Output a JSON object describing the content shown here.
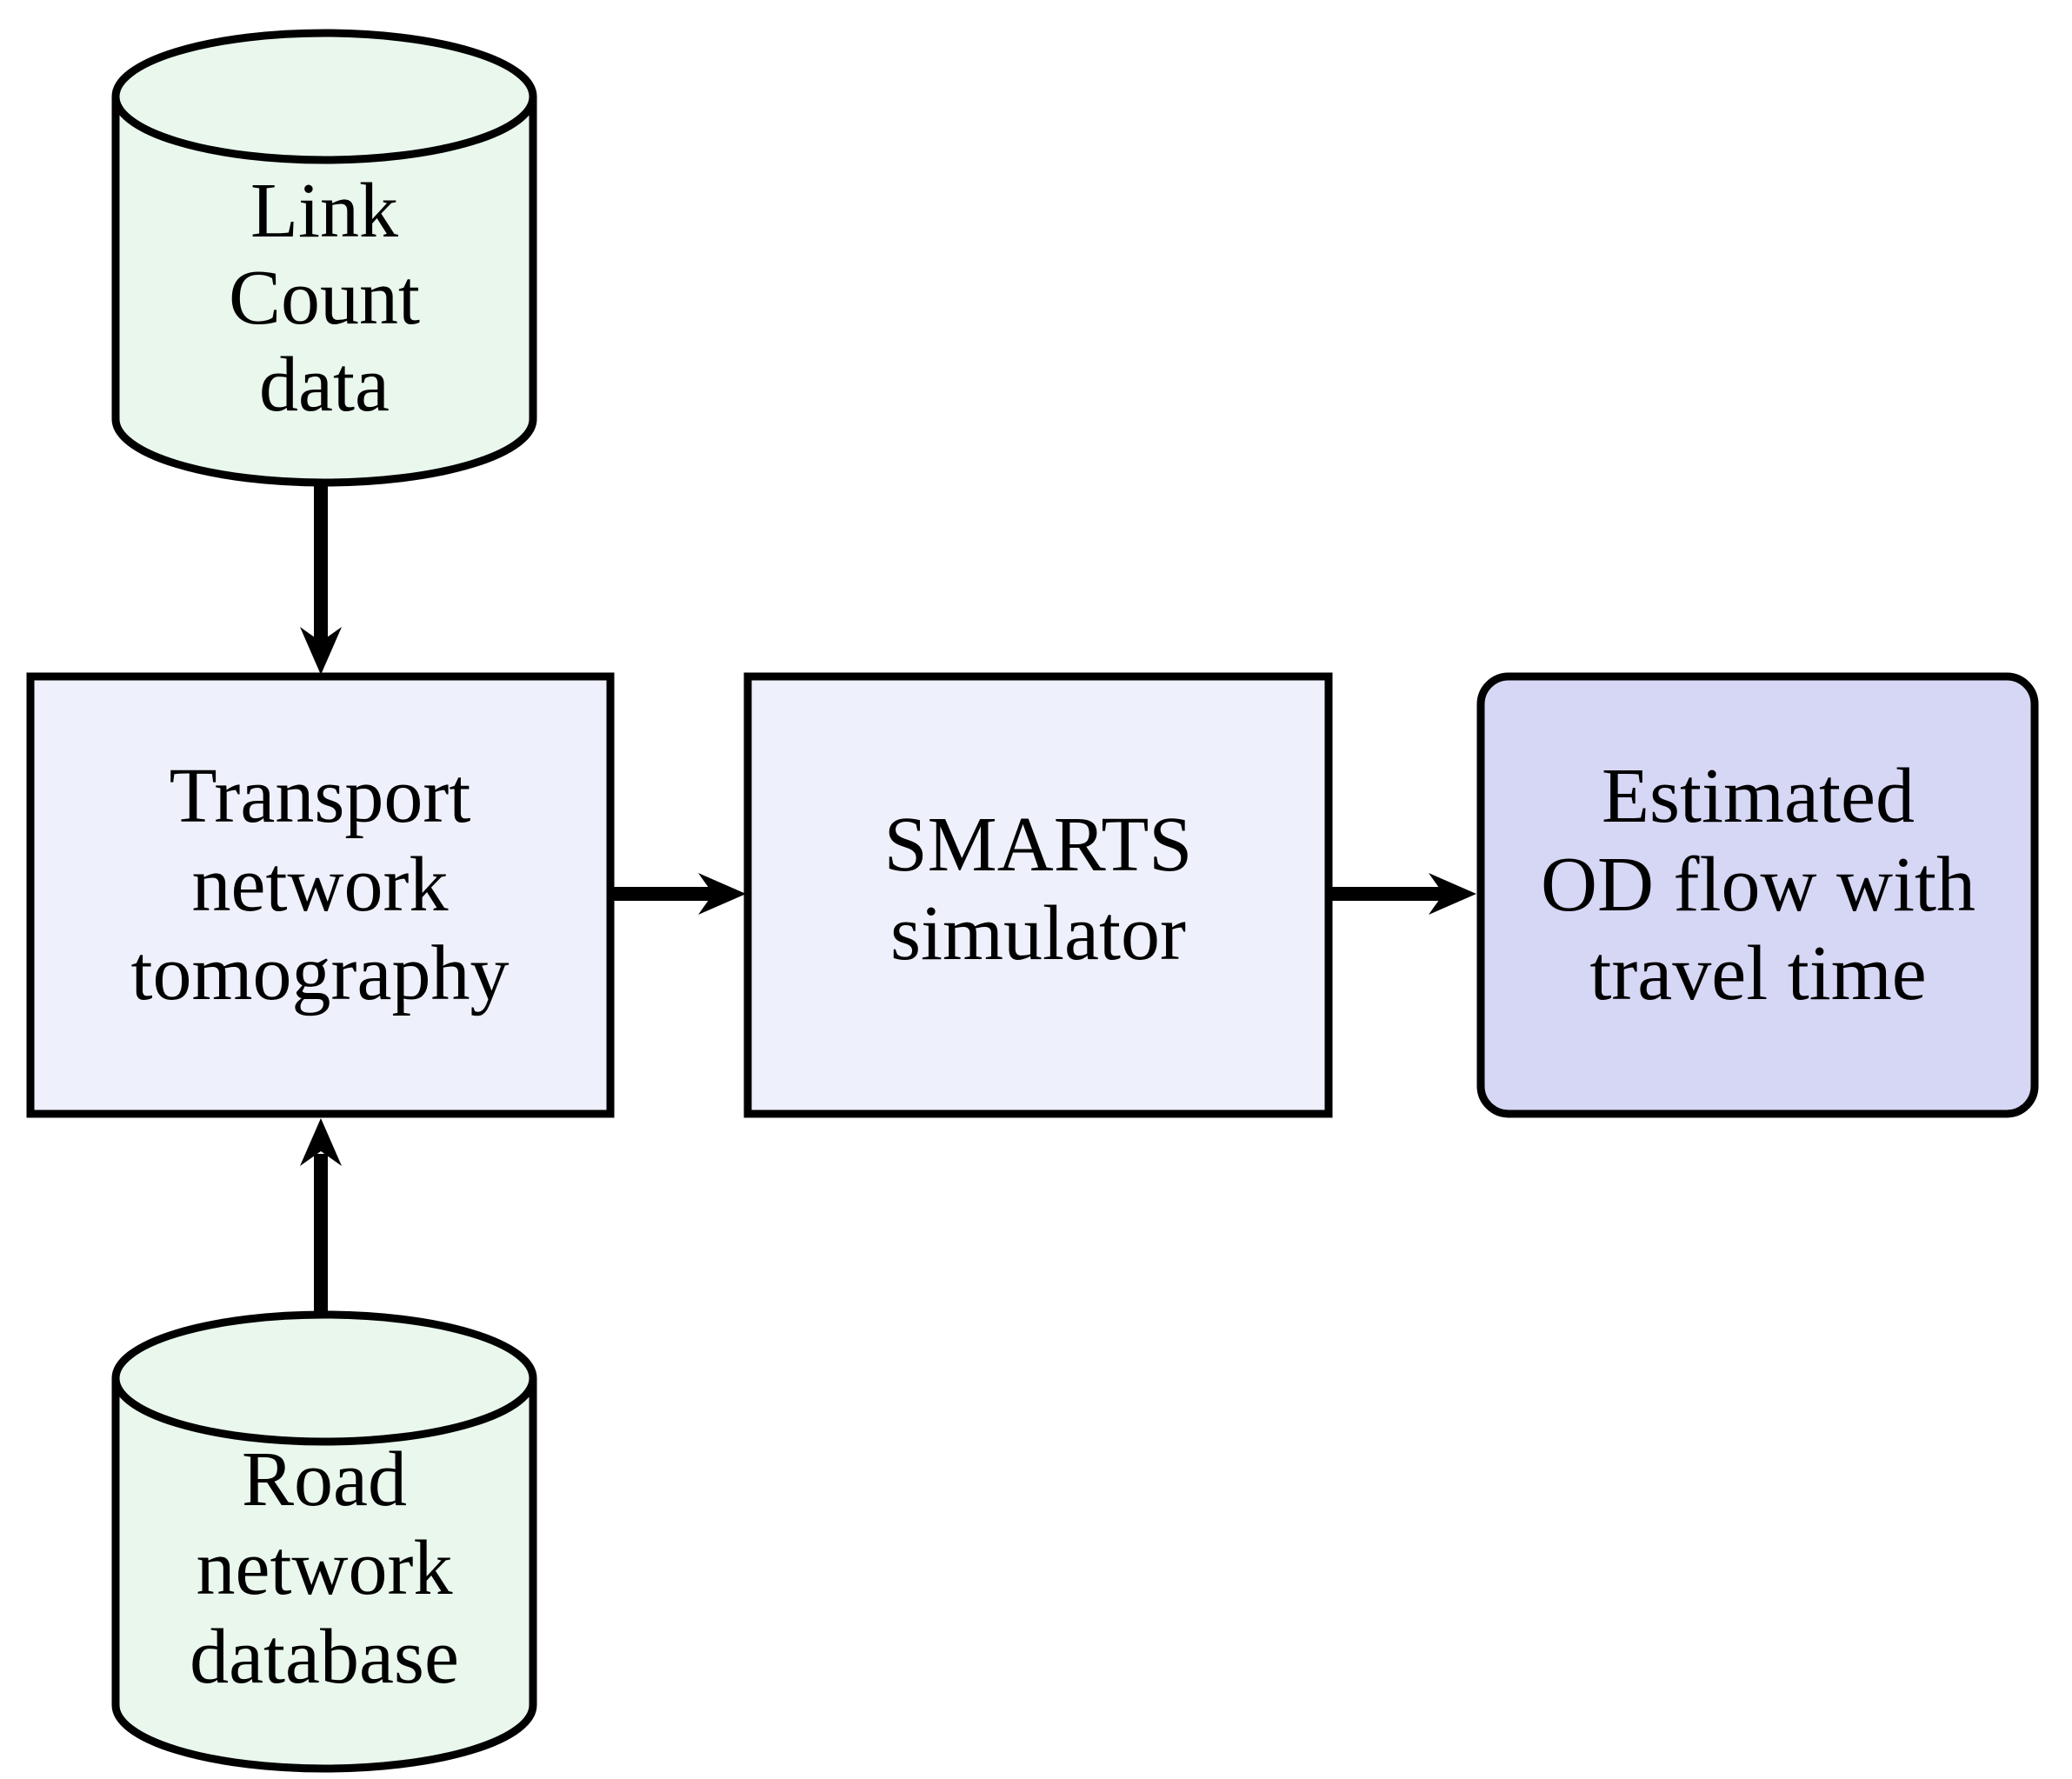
{
  "diagram": {
    "background": "#ffffff",
    "colors": {
      "cylinder_fill": "#e9f7ec",
      "process_fill": "#eef0fb",
      "result_fill": "#d6d6f5",
      "stroke": "#000000",
      "text": "#000000"
    },
    "nodes": {
      "link_count": {
        "shape": "cylinder",
        "lines": [
          "Link",
          "Count",
          "data"
        ]
      },
      "road_network": {
        "shape": "cylinder",
        "lines": [
          "Road",
          "network",
          "database"
        ]
      },
      "tomography": {
        "shape": "rectangle",
        "lines": [
          "Transport",
          "network",
          "tomography"
        ]
      },
      "smarts": {
        "shape": "rectangle",
        "lines": [
          "SMARTS",
          "simulator"
        ]
      },
      "od_flow": {
        "shape": "rounded-rectangle",
        "lines": [
          "Estimated",
          "OD flow with",
          "travel time"
        ]
      }
    },
    "edges": [
      {
        "from": "link_count",
        "to": "tomography",
        "direction": "down"
      },
      {
        "from": "road_network",
        "to": "tomography",
        "direction": "up"
      },
      {
        "from": "tomography",
        "to": "smarts",
        "direction": "right"
      },
      {
        "from": "smarts",
        "to": "od_flow",
        "direction": "right"
      }
    ]
  }
}
